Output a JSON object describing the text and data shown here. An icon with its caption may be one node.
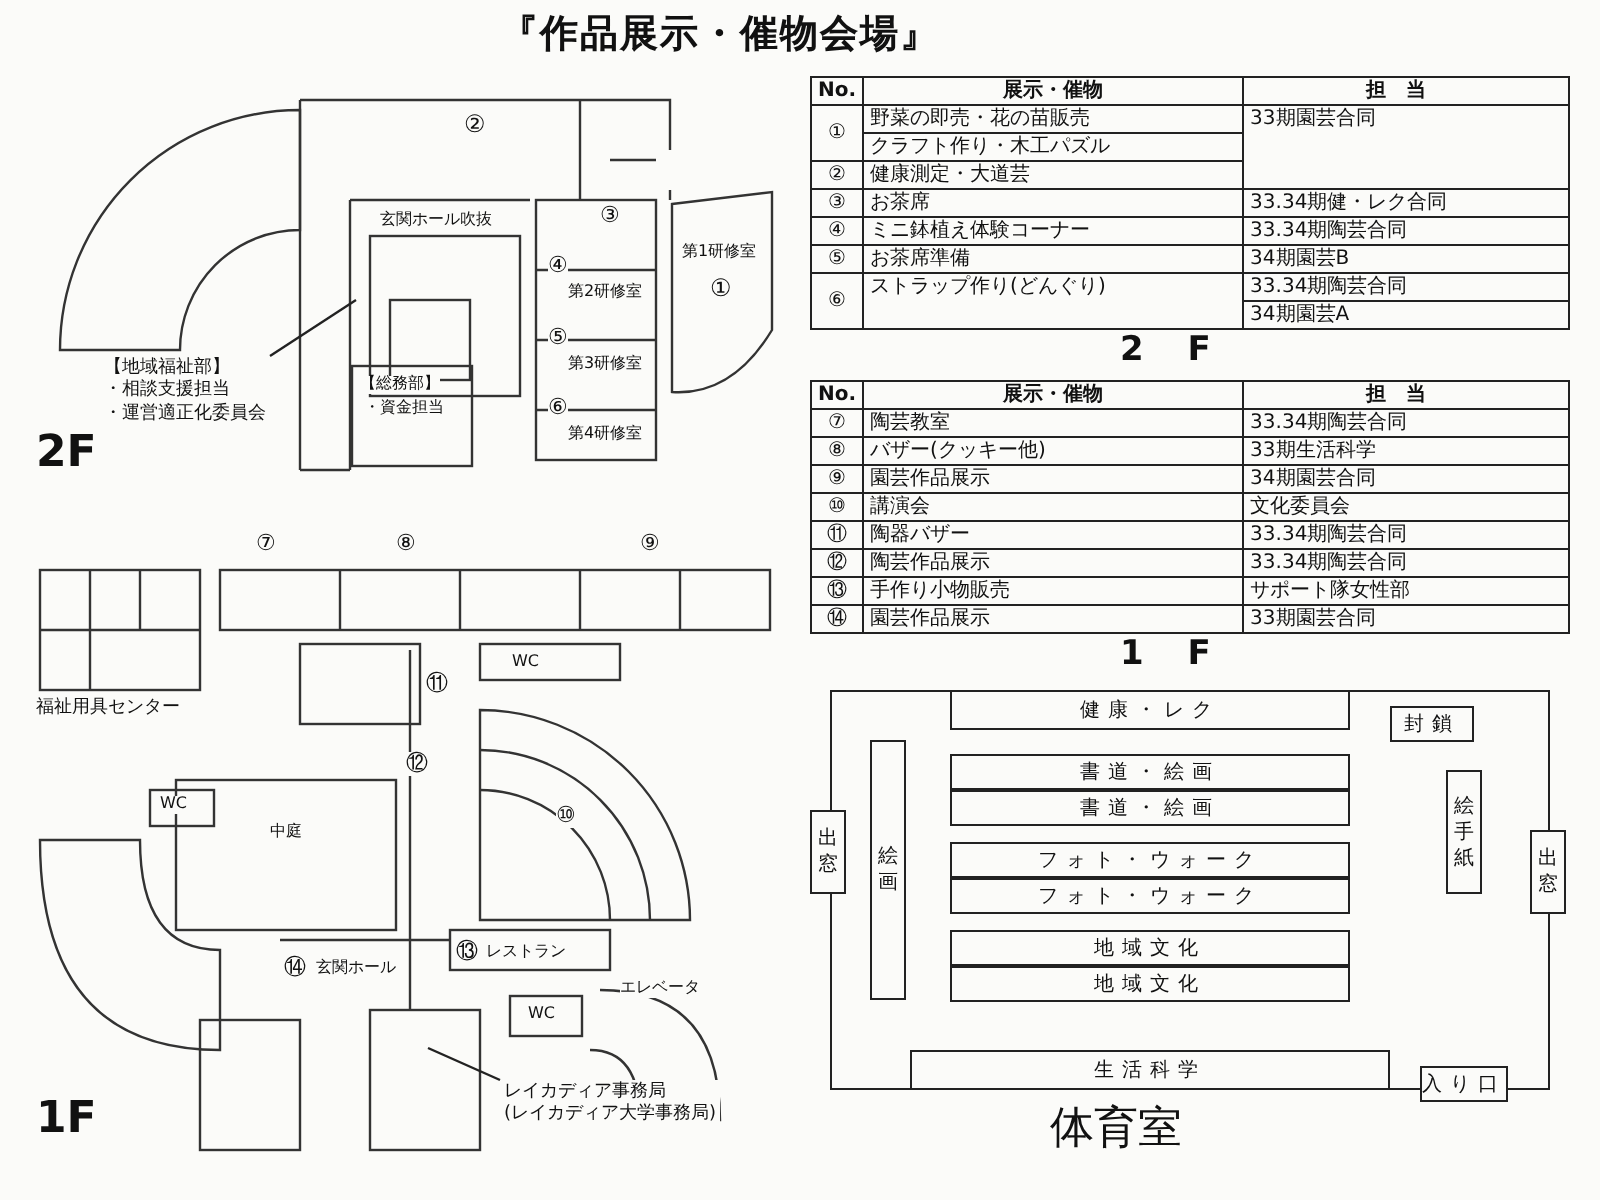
{
  "diagram": {
    "title": "『作品展示・催物会場』",
    "nodes": [
      {
        "text": [
          "【地域福祉部】",
          "・相談支援担当",
          "・運営適正化委員会"
        ]
      },
      {
        "text": [
          "レイカディア事務局",
          "(レイカディア大学事務局)"
        ]
      },
      {
        "text": [
          "体育室"
        ]
      },
      {
        "text": [
          "健康・レク"
        ],
        "in": 2
      },
      {
        "text": [
          "封鎖"
        ],
        "in": 2
      },
      {
        "text": [
          "書道・絵画"
        ],
        "in": 2
      },
      {
        "text": [
          "書道・絵画"
        ],
        "in": 2
      },
      {
        "text": [
          "フォト・ウォーク"
        ],
        "in": 2
      },
      {
        "text": [
          "フォト・ウォーク"
        ],
        "in": 2
      },
      {
        "text": [
          "地域文化"
        ],
        "in": 2
      },
      {
        "text": [
          "地域文化"
        ],
        "in": 2
      },
      {
        "text": [
          "生活科学"
        ],
        "in": 2
      },
      {
        "text": [
          "入り口"
        ],
        "in": 2
      },
      {
        "text": [
          "出窓"
        ],
        "in": 2
      },
      {
        "text": [
          "絵画"
        ],
        "in": 2
      },
      {
        "text": [
          "絵手紙"
        ],
        "in": 2
      },
      {
        "text": [
          "出窓"
        ],
        "in": 2
      }
    ],
    "edges": [
      {
        "from": 0,
        "to": null,
        "arrow": "none"
      },
      {
        "from": 1,
        "to": null,
        "arrow": "none"
      }
    ],
    "labels": [
      "②",
      "玄関ホール吹抜",
      "③",
      "④",
      "第2研修室",
      "⑤",
      "第3研修室",
      "⑥",
      "第4研修室",
      "第1研修室",
      "①",
      "【総務部】",
      "・資金担当",
      "2F",
      "No.",
      "展示・催物",
      "担当",
      "①",
      "野菜の即売・花の苗販売",
      "33期園芸合同",
      "クラフト作り・木工パズル",
      "②",
      "健康測定・大道芸",
      "③",
      "お茶席",
      "33.34期健・レク合同",
      "④",
      "ミニ鉢植え体験コーナー",
      "33.34期陶芸合同",
      "⑤",
      "お茶席準備",
      "34期園芸B",
      "⑥",
      "ストラップ作り(どんぐり)",
      "33.34期陶芸合同",
      "34期園芸A",
      "2 F",
      "No.",
      "展示・催物",
      "担当",
      "⑦",
      "陶芸教室",
      "33.34期陶芸合同",
      "⑧",
      "バザー(クッキー他)",
      "33期生活科学",
      "⑨",
      "園芸作品展示",
      "34期園芸合同",
      "⑩",
      "講演会",
      "文化委員会",
      "⑪",
      "陶器バザー",
      "33.34期陶芸合同",
      "⑫",
      "陶芸作品展示",
      "33.34期陶芸合同",
      "⑬",
      "手作り小物販売",
      "サポート隊女性部",
      "⑭",
      "園芸作品展示",
      "33期園芸合同",
      "1 F",
      "⑦",
      "⑧",
      "⑨",
      "福祉用具センター",
      "中庭",
      "⑪",
      "⑫",
      "⑩",
      "WC",
      "WC",
      "WC",
      "⑬",
      "レストラン",
      "エレベータ",
      "⑭",
      "玄関ホール",
      "1F"
    ]
  }
}
